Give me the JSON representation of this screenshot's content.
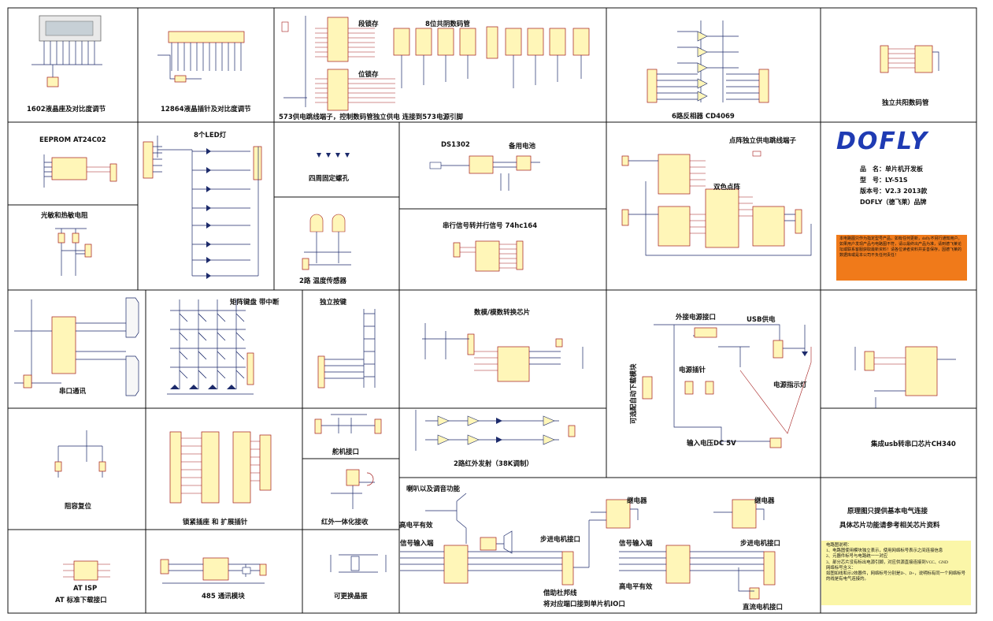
{
  "blocks": {
    "lcd1602": "1602液晶座及对比度调节",
    "lcd12864": "12864液晶插针及对比度调节",
    "seg_latch": "段锁存",
    "digit_latch": "位锁存",
    "seg8": "8位共阴数码管",
    "hc573_note": "573供电跳线端子，控制数码管独立供电 连接到573电源引脚",
    "inverter": "6路反相器 CD4069",
    "common_anode": "独立共阳数码管",
    "eeprom": "EEPROM AT24C02",
    "led8": "8个LED灯",
    "screw": "四周固定螺孔",
    "ds1302": "DS1302",
    "backup_battery": "备用电池",
    "dot_power": "点阵独立供电跳线端子",
    "dual_color": "双色点阵",
    "photo_thermistor": "光敏和热敏电阻",
    "temp_sensor": "2路 温度传感器",
    "hc164": "串行信号转并行信号 74hc164",
    "serial": "串口通讯",
    "matrix_key": "矩阵键盘 带中断",
    "indep_key": "独立按键",
    "adda": "数模/模数转换芯片",
    "ext_power": "外接电源接口",
    "usb_power": "USB供电",
    "power_pin": "电源插针",
    "power_led": "电源指示灯",
    "download": "可选配自动下载模块",
    "dc_input": "输入电压DC 5V",
    "ch340": "集成usb转串口芯片CH340",
    "reset": "阻容复位",
    "lock_socket": "锁紧插座 和 扩展插针",
    "servo": "舵机接口",
    "ir_recv": "红外一体化接收",
    "ir_send": "2路红外发射（38K调制）",
    "buzzer": "喇叭以及调音功能",
    "high_active_1": "高电平有效",
    "signal_in_1": "信号输入端",
    "stepper_1": "步进电机接口",
    "relay_1": "继电器",
    "signal_in_2": "信号输入端",
    "stepper_2": "步进电机接口",
    "relay_2": "继电器",
    "high_active_2": "高电平有效",
    "dc_motor": "直流电机接口",
    "jumper_note_1": "借助杜邦线",
    "jumper_note_2": "将对应端口接到单片机IO口",
    "at_isp": "AT ISP",
    "at_download": "AT 标准下载接口",
    "rs485": "485 通讯模块",
    "crystal": "可更换晶振",
    "principle_1": "原理图只提供基本电气连接",
    "principle_2": "具体芯片功能请参考相关芯片资料"
  },
  "brand": {
    "logo": "DOFLY",
    "name": "品　名：单片机开发板",
    "model": "型　号：LY-51S",
    "version": "版本号：V2.3 2013款",
    "maker": "DOFLY（德飞莱）品牌"
  },
  "notice": {
    "text": "本电路图只作为指定型号产品，如有任何更新，dofly不另行通知用户。如果用户发现产品与电路图不符，请以最终出产品为准，请到德飞莱论坛或联系客服获取最新资料！请各位读者资料并妥善保存，因德飞莱的数据库或是本公司不负任何责任！"
  },
  "notes": {
    "title": "电路图说明：",
    "lines": [
      "1、电路图使用模块独立表示，使用网络标号表示之间连接信息",
      "2、元器件标号与电路统一一对应",
      "3、部分芯片没有标出电源引脚，对应供源直接连接到VCC、GND",
      "网络标号含义：",
      "如图如线和示2效器件，网络标号分别是D-、D+，说明标有同一个网络标号的线是有电气连接的。"
    ]
  }
}
